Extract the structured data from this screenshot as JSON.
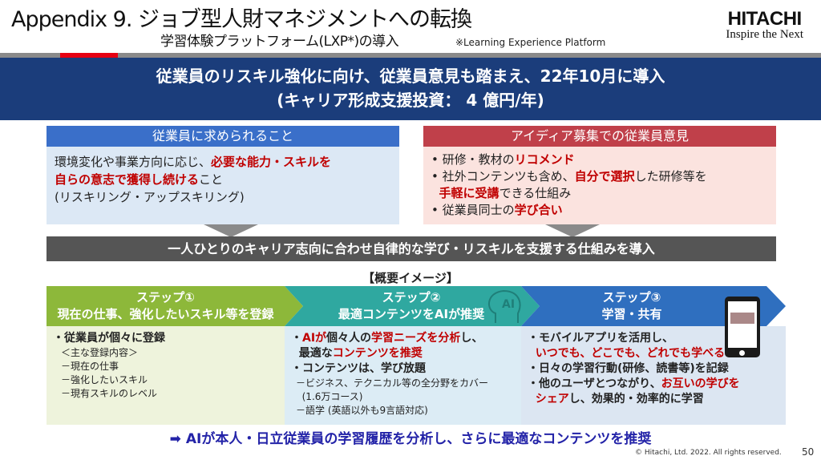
{
  "header": {
    "title": "Appendix 9. ジョブ型人財マネジメントへの転換",
    "subtitle": "学習体験プラットフォーム(LXP*)の導入",
    "note": "※Learning Experience Platform",
    "logo_name": "HITACHI",
    "logo_tagline": "Inspire the Next"
  },
  "banner": {
    "line1": "従業員のリスキル強化に向け、従業員意見も踏まえ、22年10月に導入",
    "line2": "(キャリア形成支援投資： 4 億円/年)"
  },
  "left_box": {
    "heading": "従業員に求められること",
    "lines": [
      [
        [
          "環境変化や事業方向に応じ、",
          0
        ],
        [
          "必要な能力・スキルを",
          1
        ]
      ],
      [
        [
          "自らの意志で獲得し続ける",
          1
        ],
        [
          "こと",
          0
        ]
      ],
      [
        [
          "(リスキリング・アップスキリング)",
          0
        ]
      ]
    ]
  },
  "right_box": {
    "heading": "アイディア募集での従業員意見",
    "lines": [
      [
        [
          "• 研修・教材の",
          0
        ],
        [
          "リコメンド",
          1
        ]
      ],
      [
        [
          "• 社外コンテンツも含め、",
          0
        ],
        [
          "自分で選択",
          1
        ],
        [
          "した研修等を",
          0
        ]
      ],
      [
        [
          "  ",
          0
        ],
        [
          "手軽に受講",
          1
        ],
        [
          "できる仕組み",
          0
        ]
      ],
      [
        [
          "• 従業員同士の",
          0
        ],
        [
          "学び合い",
          1
        ]
      ]
    ]
  },
  "conclusion": "一人ひとりのキャリア志向に合わせ自律的な学び・リスキルを支援する仕組みを導入",
  "overview_label": "【概要イメージ】",
  "steps": [
    {
      "label": "ステップ①",
      "title": "現在の仕事、強化したいスキル等を登録",
      "lines": [
        [
          [
            "・従業員が個々に登録",
            0
          ]
        ]
      ],
      "sub": [
        "＜主な登録内容＞",
        "－現在の仕事",
        "－強化したいスキル",
        "－現有スキルのレベル"
      ]
    },
    {
      "label": "ステップ②",
      "title": "最適コンテンツをAIが推奨",
      "icon_text": "AI",
      "lines": [
        [
          [
            "・",
            0
          ],
          [
            "AIが",
            1
          ],
          [
            "個々人の",
            0
          ],
          [
            "学習ニーズを分析",
            1
          ],
          [
            "し、",
            0
          ]
        ],
        [
          [
            "  最適な",
            0
          ],
          [
            "コンテンツを推奨",
            1
          ]
        ],
        [
          [
            "・コンテンツは、学び放題",
            0
          ]
        ]
      ],
      "sub": [
        "－ビジネス、テクニカル等の全分野をカバー",
        "  (1.6万コース)",
        "－語学 (英語以外も9言語対応)"
      ]
    },
    {
      "label": "ステップ③",
      "title": "学習・共有",
      "lines": [
        [
          [
            "・モバイルアプリを活用し、",
            0
          ]
        ],
        [
          [
            "  ",
            0
          ],
          [
            "いつでも、どこでも、どれでも学べる",
            1
          ]
        ],
        [
          [
            "・日々の学習行動(研修、読書等)を記録",
            0
          ]
        ],
        [
          [
            "・他のユーザとつながり、",
            0
          ],
          [
            "お互いの学びを",
            1
          ]
        ],
        [
          [
            "  ",
            0
          ],
          [
            "シェア",
            1
          ],
          [
            "し、効果的・効率的に学習",
            0
          ]
        ]
      ],
      "sub": []
    }
  ],
  "bottom_note": "➡ AIが本人・日立従業員の学習履歴を分析し、さらに最適なコンテンツを推奨",
  "footer": {
    "copyright": "© Hitachi, Ltd. 2022. All rights reserved.",
    "page": "50"
  },
  "colors": {
    "banner": "#1b3d7b",
    "highlight": "#c00000",
    "step1": "#8db83a",
    "step2": "#2fa8a0",
    "step3": "#2f6fbf"
  }
}
